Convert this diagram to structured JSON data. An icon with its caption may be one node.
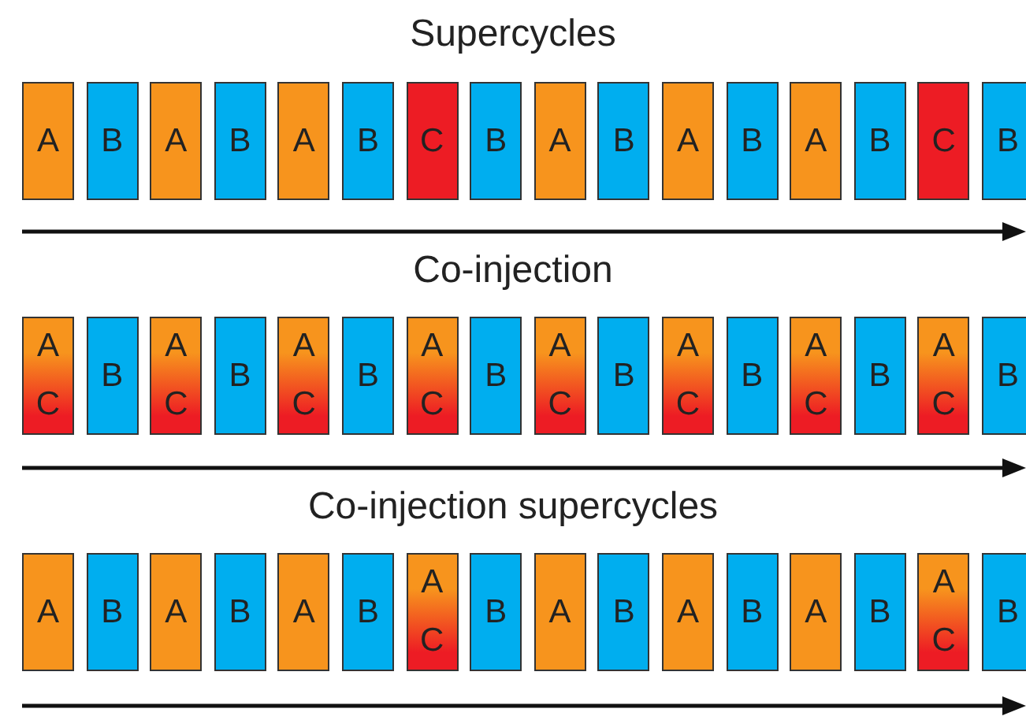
{
  "diagram": {
    "nodes": [
      {
        "text": [
          "A"
        ]
      },
      {
        "text": [
          "B"
        ]
      },
      {
        "text": [
          "A"
        ]
      },
      {
        "text": [
          "B"
        ]
      },
      {
        "text": [
          "A"
        ]
      },
      {
        "text": [
          "B"
        ]
      },
      {
        "text": [
          "C"
        ]
      },
      {
        "text": [
          "B"
        ]
      },
      {
        "text": [
          "A"
        ]
      },
      {
        "text": [
          "B"
        ]
      },
      {
        "text": [
          "A"
        ]
      },
      {
        "text": [
          "B"
        ]
      },
      {
        "text": [
          "A"
        ]
      },
      {
        "text": [
          "B"
        ]
      },
      {
        "text": [
          "C"
        ]
      },
      {
        "text": [
          "B"
        ]
      },
      {
        "text": [
          "A",
          "C"
        ]
      },
      {
        "text": [
          "B"
        ]
      },
      {
        "text": [
          "A",
          "C"
        ]
      },
      {
        "text": [
          "B"
        ]
      },
      {
        "text": [
          "A",
          "C"
        ]
      },
      {
        "text": [
          "B"
        ]
      },
      {
        "text": [
          "A",
          "C"
        ]
      },
      {
        "text": [
          "B"
        ]
      },
      {
        "text": [
          "A",
          "C"
        ]
      },
      {
        "text": [
          "B"
        ]
      },
      {
        "text": [
          "A",
          "C"
        ]
      },
      {
        "text": [
          "B"
        ]
      },
      {
        "text": [
          "A",
          "C"
        ]
      },
      {
        "text": [
          "B"
        ]
      },
      {
        "text": [
          "A",
          "C"
        ]
      },
      {
        "text": [
          "B"
        ]
      },
      {
        "text": [
          "A"
        ]
      },
      {
        "text": [
          "B"
        ]
      },
      {
        "text": [
          "A"
        ]
      },
      {
        "text": [
          "B"
        ]
      },
      {
        "text": [
          "A"
        ]
      },
      {
        "text": [
          "B"
        ]
      },
      {
        "text": [
          "A",
          "C"
        ]
      },
      {
        "text": [
          "B"
        ]
      },
      {
        "text": [
          "A"
        ]
      },
      {
        "text": [
          "B"
        ]
      },
      {
        "text": [
          "A"
        ]
      },
      {
        "text": [
          "B"
        ]
      },
      {
        "text": [
          "A"
        ]
      },
      {
        "text": [
          "B"
        ]
      },
      {
        "text": [
          "A",
          "C"
        ]
      },
      {
        "text": [
          "B"
        ]
      }
    ],
    "edges": [],
    "labels": [
      "Supercycles",
      "Co-injection",
      "Co-injection supercycles"
    ]
  }
}
